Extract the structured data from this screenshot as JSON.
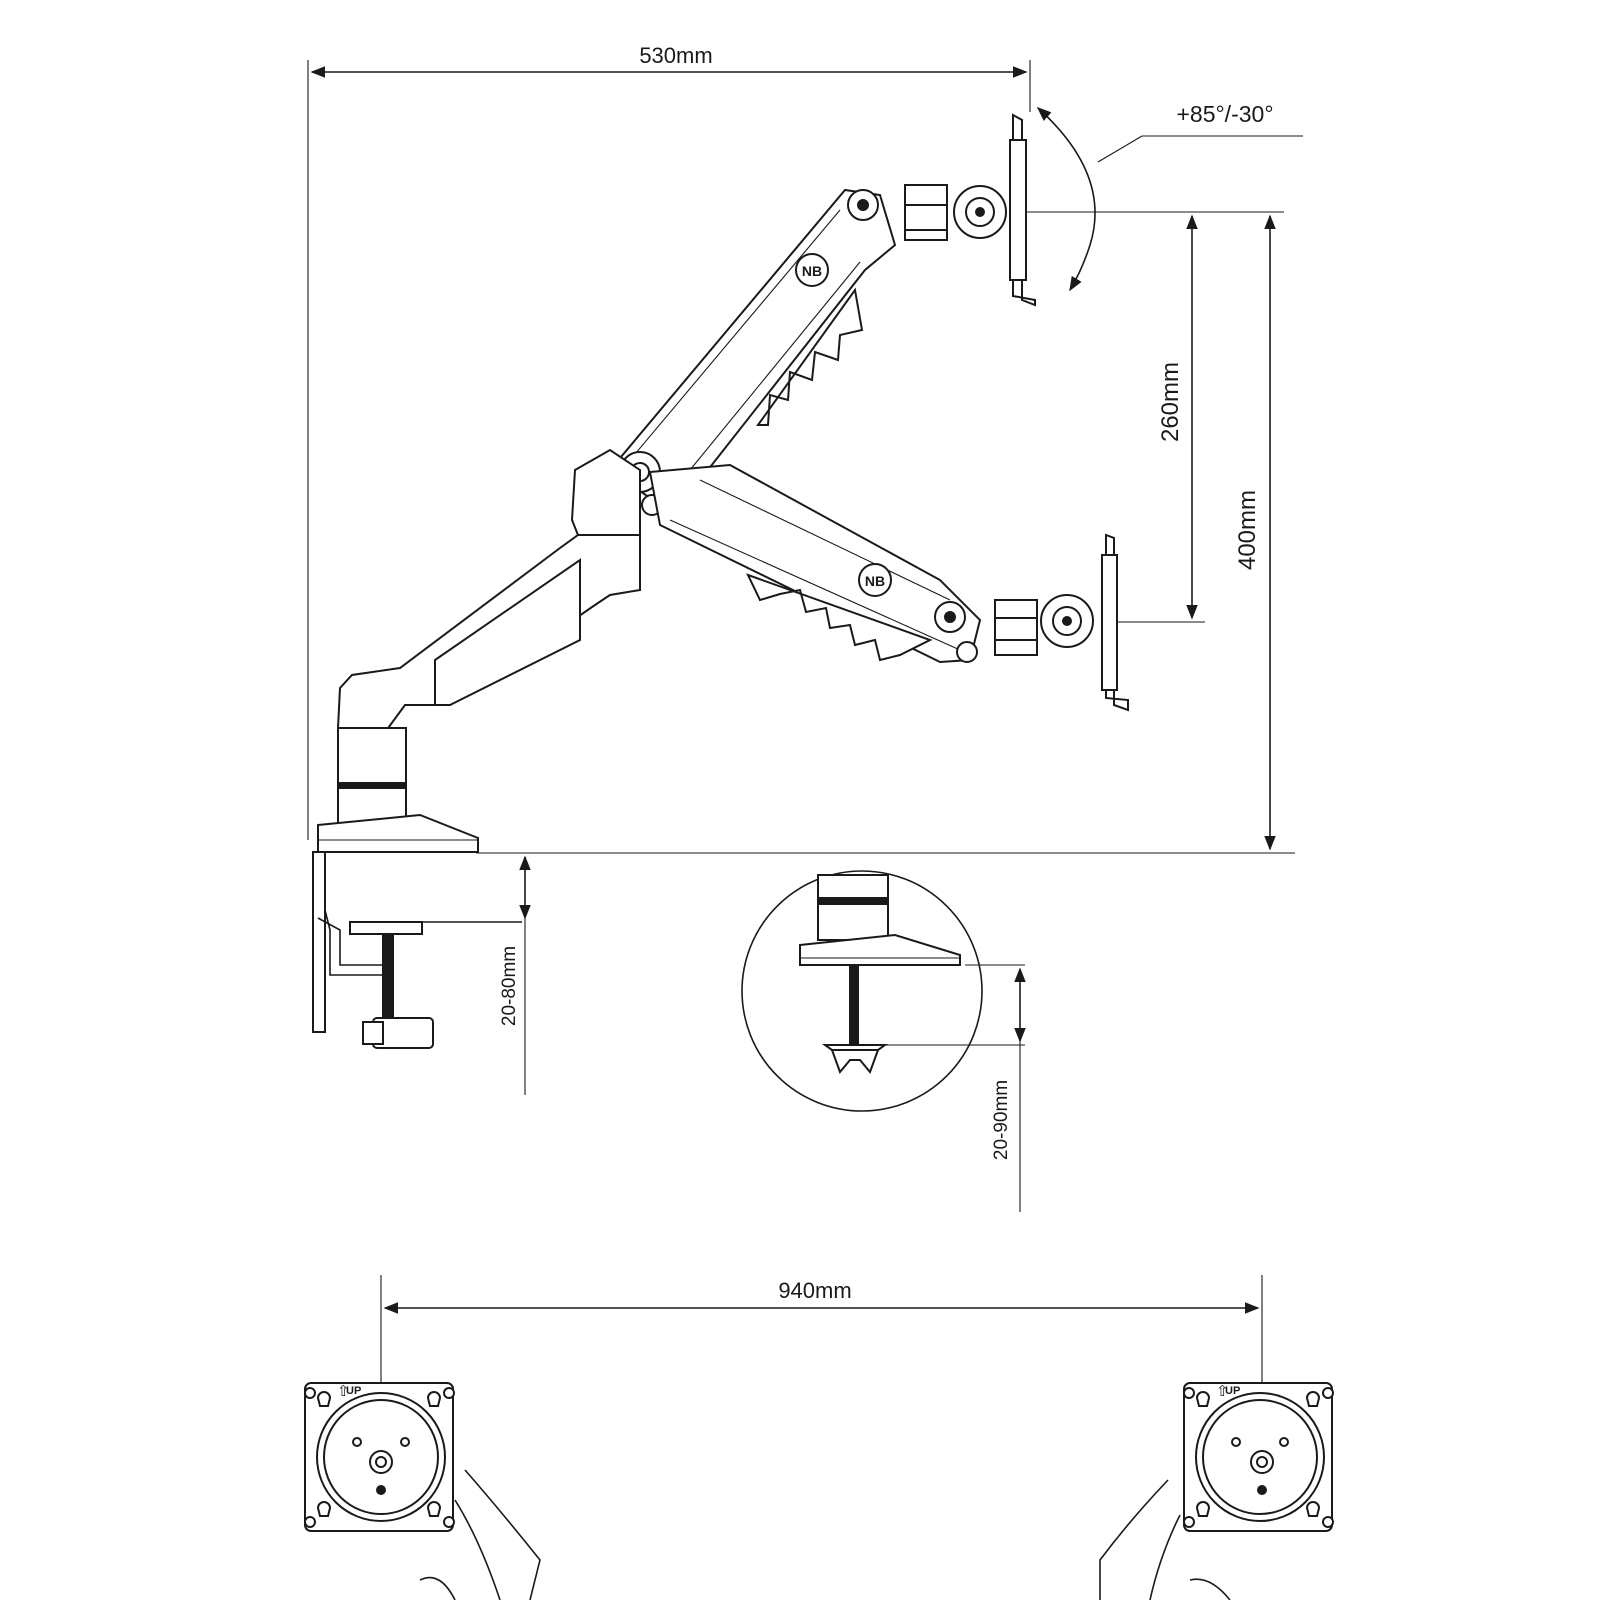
{
  "dimensions": {
    "horizontal_reach": "530mm",
    "tilt_range": "+85°/-30°",
    "height_inner": "260mm",
    "height_outer": "400mm",
    "clamp_range": "20-80mm",
    "grommet_range": "20-90mm",
    "vesa_span": "940mm"
  },
  "plate_marks": {
    "up_left": "UP",
    "up_right": "UP"
  },
  "logo_text": "NB"
}
